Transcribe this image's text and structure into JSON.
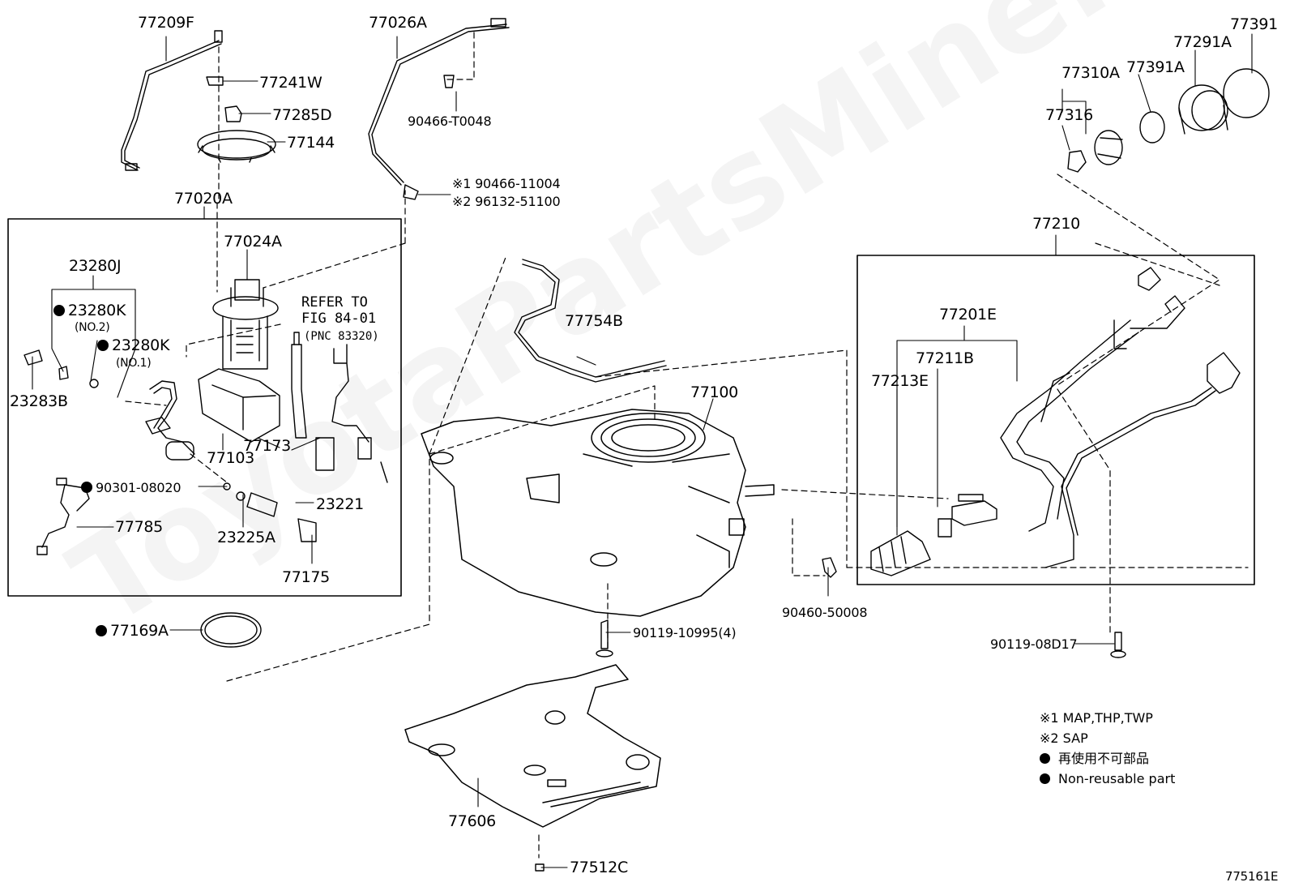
{
  "watermark": "ToyotaPartsMine.ru",
  "callouts": {
    "c77209F": "77209F",
    "c77026A": "77026A",
    "c77241W": "77241W",
    "c77285D": "77285D",
    "c77144": "77144",
    "c90466T0048": "90466-T0048",
    "c90466_11004": "※1 90466-11004",
    "c96132_51100": "※2 96132-51100",
    "c77020A": "77020A",
    "c77024A": "77024A",
    "c23280J": "23280J",
    "c23280K_2": "23280K",
    "no2": "(NO.2)",
    "c23280K_1": "23280K",
    "no1": "(NO.1)",
    "c23283B": "23283B",
    "c77103": "77103",
    "c77173": "77173",
    "c90301_08020": "90301-08020",
    "c23221": "23221",
    "c77785": "77785",
    "c23225A": "23225A",
    "c77175": "77175",
    "c77169A": "77169A",
    "c77754B": "77754B",
    "c77100": "77100",
    "c90119_10995": "90119-10995(4)",
    "c77606": "77606",
    "c77512C": "77512C",
    "c90460_50008": "90460-50008",
    "c77310A": "77310A",
    "c77391A": "77391A",
    "c77291A": "77291A",
    "c77391": "77391",
    "c77316": "77316",
    "c77210": "77210",
    "c77201E": "77201E",
    "c77211B": "77211B",
    "c77213E": "77213E",
    "c90119_08D17": "90119-08D17"
  },
  "refer": {
    "line1": "REFER TO",
    "line2": "FIG 84-01",
    "line3": "(PNC 83320)"
  },
  "legend": {
    "note1": "※1 MAP,THP,TWP",
    "note2": "※2 SAP",
    "non_reusable_jp": "再使用不可部品",
    "non_reusable_en": "Non-reusable part"
  },
  "figure_id": "775161E"
}
